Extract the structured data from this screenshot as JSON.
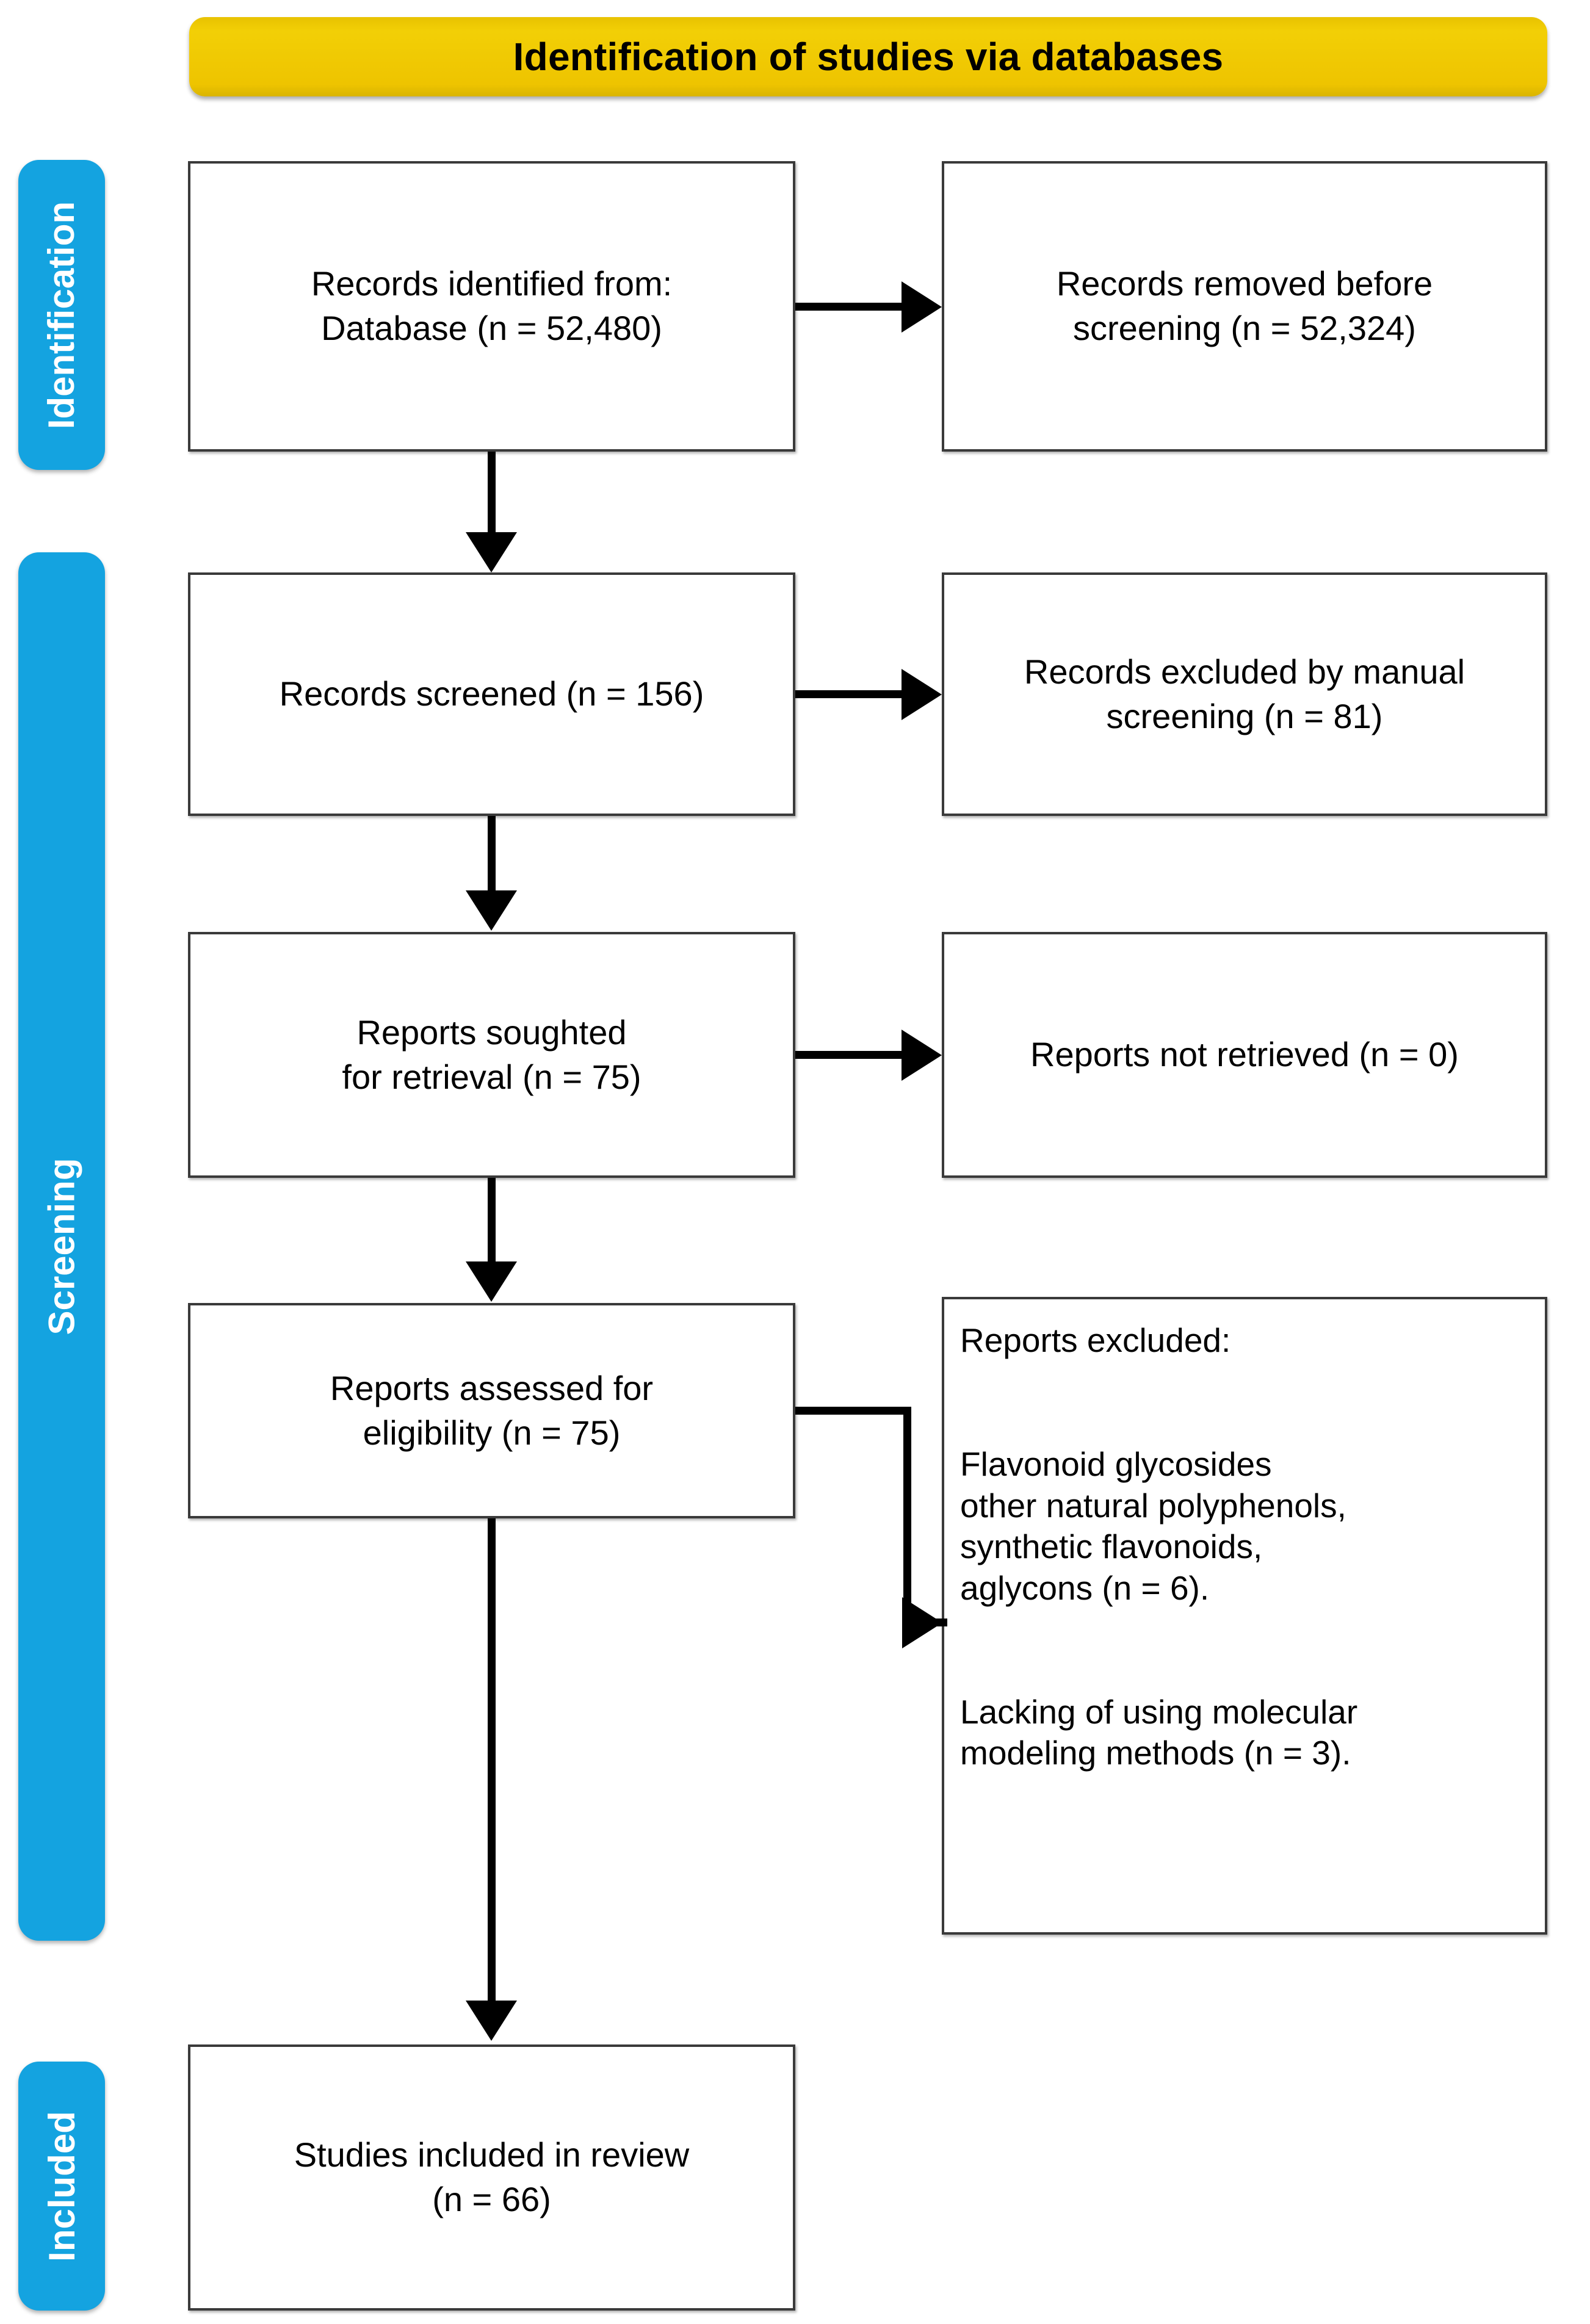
{
  "banner": {
    "title": "Identification of studies via databases",
    "color": "#efc900"
  },
  "stages": [
    {
      "id": "identification",
      "label": "Identification",
      "color": "#14a3e0"
    },
    {
      "id": "screening",
      "label": "Screening",
      "color": "#14a3e0"
    },
    {
      "id": "included",
      "label": "Included",
      "color": "#14a3e0"
    }
  ],
  "boxes": {
    "identified": "Records identified from:\nDatabase (n = 52,480)",
    "removed": "Records removed before\nscreening (n = 52,324)",
    "screened": "Records screened (n = 156)",
    "excluded_manual": "Records excluded by manual\nscreening (n = 81)",
    "sought": "Reports soughted\nfor retrieval (n = 75)",
    "not_retrieved": "Reports not retrieved (n = 0)",
    "assessed": "Reports assessed for\neligibility (n = 75)",
    "excluded_reports": "Reports excluded:\n\n\nFlavonoid glycosides\nother natural polyphenols,\nsynthetic flavonoids,\naglycons (n = 6).\n\n\nLacking of using molecular\nmodeling methods (n = 3).",
    "included": "Studies included in review\n(n = 66)"
  },
  "chart_data": {
    "type": "table",
    "title": "Identification of studies via databases",
    "nodes": [
      {
        "stage": "Identification",
        "label": "Records identified from: Database",
        "n": 52480
      },
      {
        "stage": "Identification",
        "label": "Records removed before screening",
        "n": 52324
      },
      {
        "stage": "Screening",
        "label": "Records screened",
        "n": 156
      },
      {
        "stage": "Screening",
        "label": "Records excluded by manual screening",
        "n": 81
      },
      {
        "stage": "Screening",
        "label": "Reports soughted for retrieval",
        "n": 75
      },
      {
        "stage": "Screening",
        "label": "Reports not retrieved",
        "n": 0
      },
      {
        "stage": "Screening",
        "label": "Reports assessed for eligibility",
        "n": 75
      },
      {
        "stage": "Screening",
        "label": "Reports excluded: Flavonoid glycosides other natural polyphenols, synthetic flavonoids, aglycons",
        "n": 6
      },
      {
        "stage": "Screening",
        "label": "Reports excluded: Lacking of using molecular modeling methods",
        "n": 3
      },
      {
        "stage": "Included",
        "label": "Studies included in review",
        "n": 66
      }
    ]
  }
}
